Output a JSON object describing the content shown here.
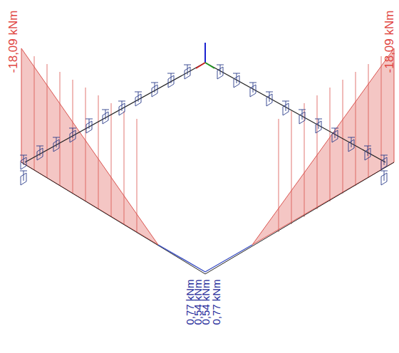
{
  "diagram": {
    "labels": [
      "-18,09 kNm",
      "-18,09 kNm",
      "0,77 kNm",
      "0,54 kNm",
      "0,54 kNm",
      "0,77 kNm"
    ]
  }
}
